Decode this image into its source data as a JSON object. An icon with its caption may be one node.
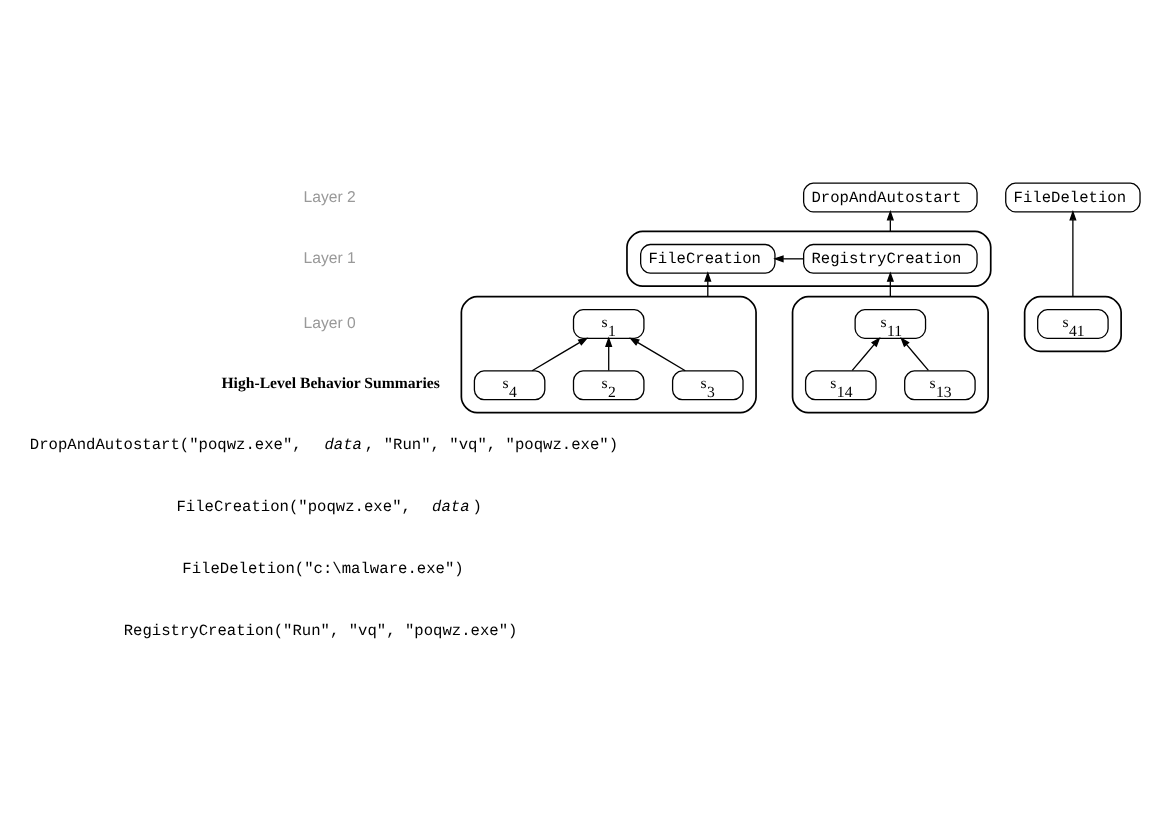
{
  "diagram": {
    "nodes": [
      {
        "text": [
          "DropAndAutostart"
        ]
      },
      {
        "text": [
          "FileDeletion"
        ]
      },
      {
        "text": [],
        "shape": "box"
      },
      {
        "text": [
          "FileCreation"
        ],
        "in": 2
      },
      {
        "text": [
          "RegistryCreation"
        ],
        "in": 2
      },
      {
        "text": [],
        "shape": "box"
      },
      {
        "text": [
          "s$_{2}$"
        ],
        "in": 5
      },
      {
        "text": [
          "s$_{1}$"
        ],
        "in": 5
      },
      {
        "text": [
          "s$_{3}$"
        ],
        "in": 5
      },
      {
        "text": [
          "s$_{4}$"
        ],
        "in": 5
      },
      {
        "text": [],
        "shape": "box"
      },
      {
        "text": [
          "s$_{13}$"
        ],
        "in": 10
      },
      {
        "text": [
          "s$_{11}$"
        ],
        "in": 10
      },
      {
        "text": [
          "s$_{14}$"
        ],
        "in": 10
      },
      {
        "text": [],
        "shape": "box"
      },
      {
        "text": [
          "s$_{41}$"
        ],
        "in": 14
      }
    ],
    "edges": [
      {
        "from": 2,
        "to": 0,
        "arrow": "to"
      },
      {
        "from": 4,
        "to": 3,
        "arrow": "to"
      },
      {
        "from": 5,
        "to": 3,
        "arrow": "to"
      },
      {
        "from": 10,
        "to": 4,
        "arrow": "to"
      },
      {
        "from": 14,
        "to": 1,
        "arrow": "to"
      },
      {
        "from": 6,
        "to": 7,
        "arrow": "to"
      },
      {
        "from": 8,
        "to": 7,
        "arrow": "to"
      },
      {
        "from": 9,
        "to": 7,
        "arrow": "to"
      },
      {
        "from": 11,
        "to": 12,
        "arrow": "to"
      },
      {
        "from": 13,
        "to": 12,
        "arrow": "to"
      }
    ],
    "labels": [
      "Layer 2",
      "Layer 1",
      "Layer 0",
      "High-Level Behavior Summaries",
      "DropAndAutostart(\"poqwz.exe\", *data*, \"Run\", \"vq\", \"poqwz.exe\")",
      "FileCreation(\"poqwz.exe\", *data*)",
      "FileDeletion(\"c:\\malware.exe\")",
      "RegistryCreation(\"Run\", \"vq\", \"poqwz.exe\")"
    ]
  }
}
